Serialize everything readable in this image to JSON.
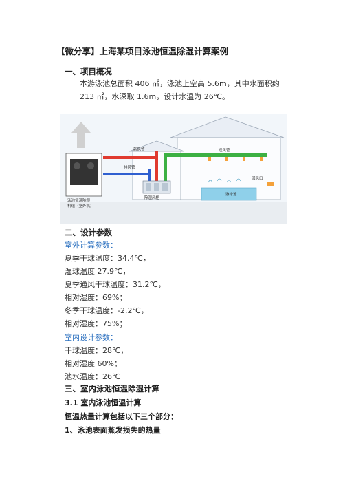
{
  "doc": {
    "title": "【微分享】上海某项目泳池恒温除湿计算案例",
    "section1": {
      "heading": "一、项目概况",
      "para": "本游泳池总面积 406 ㎡，泳池上空高 5.6m，其中水面积约 213 ㎡，水深取 1.6m，设计水温为 26℃。"
    },
    "figure": {
      "labels": {
        "supply": "送风管",
        "return_duct": "新风管",
        "exhaust": "排风管",
        "dehum": "除湿风柜",
        "return_port": "回风口",
        "pool": "游泳池",
        "unit_line1": "泳池恒温除湿",
        "unit_line2": "机组（室外机）"
      }
    },
    "section2": {
      "heading": "二、设计参数",
      "outdoor_title": "室外计算参数：",
      "outdoor": [
        "夏季干球温度：34.4℃，",
        "湿球温度 27.9℃，",
        "夏季通风干球温度：31.2℃，",
        "相对湿度：69%；",
        "冬季干球温度：-2.2℃，",
        "相对湿度：75%；"
      ],
      "indoor_title": "室内设计参数：",
      "indoor": [
        "干球温度：28℃，",
        "相对湿度 60%；",
        "池水温度：26℃"
      ]
    },
    "section3": {
      "heading": "三、室内泳池恒温除湿计算",
      "sub": "3.1  室内泳池恒温计算",
      "intro": "恒温热量计算包括以下三个部分：",
      "item1": "1、泳池表面蒸发损失的热量"
    }
  },
  "colors": {
    "heading_blue": "#2a6fbf",
    "supply_green": "#3cb043",
    "return_red": "#e03a2f",
    "exhaust_blue": "#2f5fd0"
  }
}
